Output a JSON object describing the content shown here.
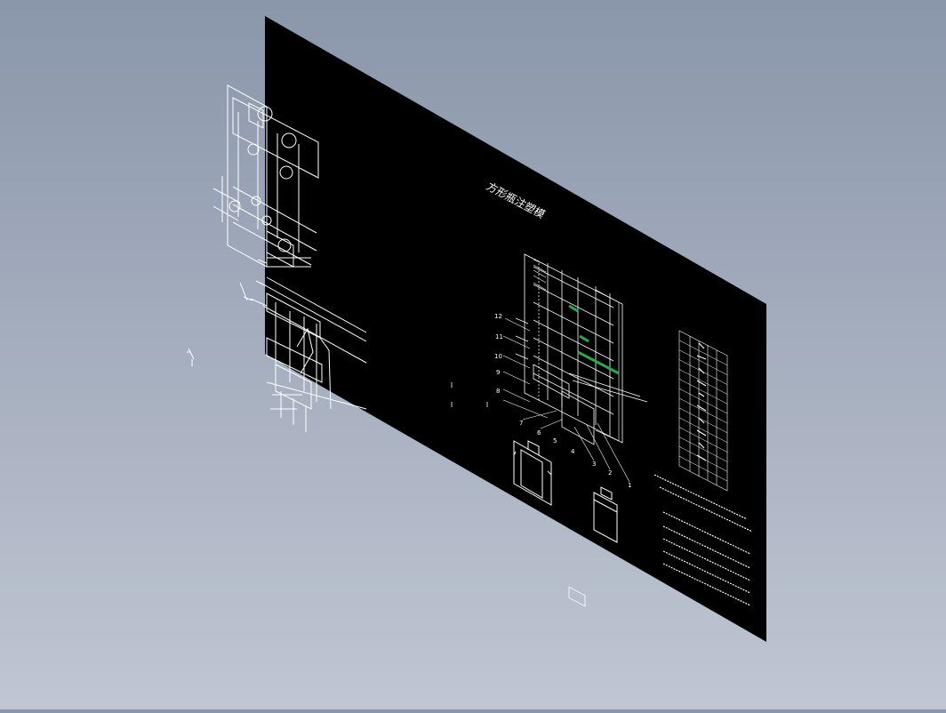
{
  "viewport": {
    "background_top": "#8a96aa",
    "background_bottom": "#c0c6d2",
    "view_style": "isometric"
  },
  "drawing_sheet": {
    "color": "#000000",
    "line_color": "#ffffff",
    "accent_color": "#2aa84a",
    "title": "方形瓶注塑模",
    "balloons_left": [
      "12",
      "11",
      "10",
      "9",
      "8",
      "7",
      "6",
      "5",
      "4"
    ],
    "balloons_bottom": [
      "3",
      "2",
      "1"
    ],
    "parts_table_rows": 14,
    "notes_rows": 7
  }
}
